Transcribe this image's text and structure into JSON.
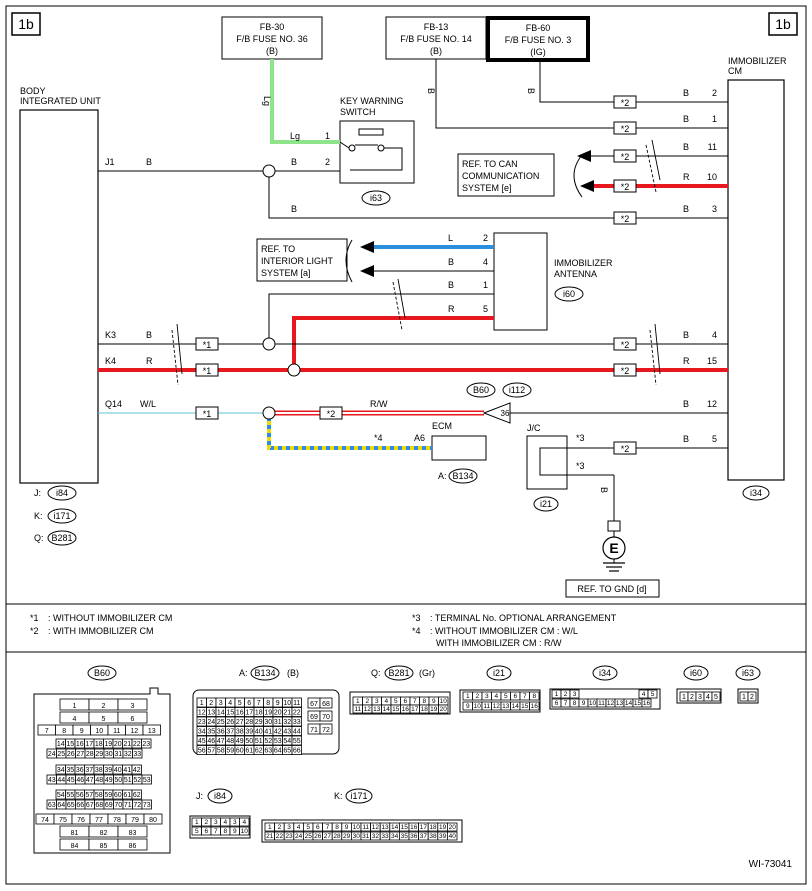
{
  "page_tag": "1b",
  "figure_id": "WI-73041",
  "fuses": {
    "fb30": {
      "id": "FB-30",
      "name": "F/B FUSE NO. 36",
      "color": "(B)"
    },
    "fb13": {
      "id": "FB-13",
      "name": "F/B FUSE NO. 14",
      "color": "(B)"
    },
    "fb60": {
      "id": "FB-60",
      "name": "F/B FUSE NO. 3",
      "color": "(IG)"
    }
  },
  "components": {
    "biu": {
      "line1": "BODY",
      "line2": "INTEGRATED UNIT"
    },
    "imm_cm": {
      "line1": "IMMOBILIZER",
      "line2": "CM",
      "connector": "i34"
    },
    "key_switch": {
      "line1": "KEY WARNING",
      "line2": "SWITCH",
      "connector": "i63"
    },
    "antenna": {
      "line1": "IMMOBILIZER",
      "line2": "ANTENNA",
      "connector": "i60"
    },
    "ecm": {
      "label": "ECM",
      "connector": "A: B134",
      "pin": "A6"
    },
    "jc": {
      "label": "J/C",
      "connector": "i21"
    },
    "gnd": {
      "symbol": "E",
      "ref": "REF. TO GND [d]"
    },
    "can_ref": {
      "line1": "REF. TO CAN",
      "line2": "COMMUNICATION",
      "line3": "SYSTEM [e]"
    },
    "light_ref": {
      "line1": "REF. TO",
      "line2": "INTERIOR LIGHT",
      "line3": "SYSTEM [a]"
    }
  },
  "biu_pins": {
    "j1": "J1",
    "k3": "K3",
    "k4": "K4",
    "q14": "Q14"
  },
  "biu_connectors": {
    "j": "J:",
    "j_id": "i84",
    "k": "K:",
    "k_id": "i171",
    "q": "Q:",
    "q_id": "B281"
  },
  "inline_connector": {
    "a": "B60",
    "b": "i112",
    "pin": "36"
  },
  "wire_colors": {
    "lg": "Lg",
    "b": "B",
    "r": "R",
    "l": "L",
    "wl": "W/L",
    "rw": "R/W"
  },
  "pins": {
    "p1": "1",
    "p2": "2",
    "p3": "3",
    "p4": "4",
    "p5": "5",
    "p10": "10",
    "p11": "11",
    "p12": "12",
    "p15": "15"
  },
  "markers": {
    "s1": "*1",
    "s2": "*2",
    "s3": "*3",
    "s4": "*4"
  },
  "notes": {
    "n1": ": WITHOUT IMMOBILIZER CM",
    "n2": ": WITH IMMOBILIZER CM",
    "n3": ": TERMINAL No. OPTIONAL ARRANGEMENT",
    "n4a": ": WITHOUT IMMOBILIZER CM  : W/L",
    "n4b": "WITH IMMOBILIZER CM  : R/W"
  },
  "connector_views": {
    "b60": "B60",
    "b134_prefix": "A:",
    "b134": "B134",
    "b134_color": "(B)",
    "b281_prefix": "Q:",
    "b281": "B281",
    "b281_color": "(Gr)",
    "i21": "i21",
    "i34": "i34",
    "i60": "i60",
    "i63": "i63",
    "i84_prefix": "J:",
    "i84": "i84",
    "i171_prefix": "K:",
    "i171": "i171"
  },
  "colors": {
    "red": "#e8191e",
    "green": "#8ee48a",
    "blue": "#2a8fdc",
    "yellow": "#f2d70a",
    "cyan": "#5cc6d6",
    "black": "#000000"
  }
}
